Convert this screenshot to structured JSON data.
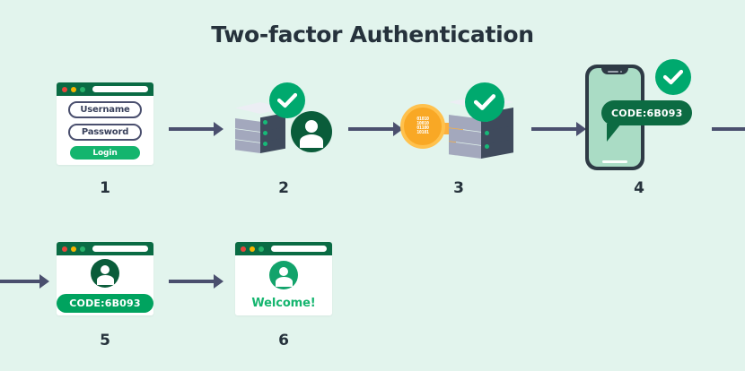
{
  "page": {
    "title": "Two-factor Authentication",
    "background_color": "#e2f4ed"
  },
  "colors": {
    "accent_green": "#00a96e",
    "dark_green": "#0a6b44",
    "bubble_green": "#0c6b42",
    "button_green": "#14b56e",
    "key_orange": "#f9a825",
    "arrow_slate": "#4a4f6e",
    "text_dark": "#26323c"
  },
  "steps": [
    {
      "number": "1",
      "name": "login-form",
      "fields": [
        {
          "label": "Username"
        },
        {
          "label": "Password"
        }
      ],
      "button_label": "Login"
    },
    {
      "number": "2",
      "name": "server-user-verify",
      "icons": [
        "server-stack-icon",
        "user-avatar-icon",
        "check-badge-icon"
      ]
    },
    {
      "number": "3",
      "name": "key-server-auth",
      "key_binary": [
        "01010",
        "10010",
        "01100",
        "10101"
      ],
      "icons": [
        "key-icon",
        "server-stack-icon",
        "check-badge-icon"
      ]
    },
    {
      "number": "4",
      "name": "phone-code",
      "code_label": "CODE:6B093",
      "icons": [
        "smartphone-icon",
        "speech-bubble-icon",
        "check-badge-icon"
      ]
    },
    {
      "number": "5",
      "name": "browser-enter-code",
      "code_label": "CODE:6B093",
      "icons": [
        "user-avatar-icon"
      ]
    },
    {
      "number": "6",
      "name": "browser-welcome",
      "message": "Welcome!",
      "icons": [
        "user-avatar-icon"
      ]
    }
  ]
}
